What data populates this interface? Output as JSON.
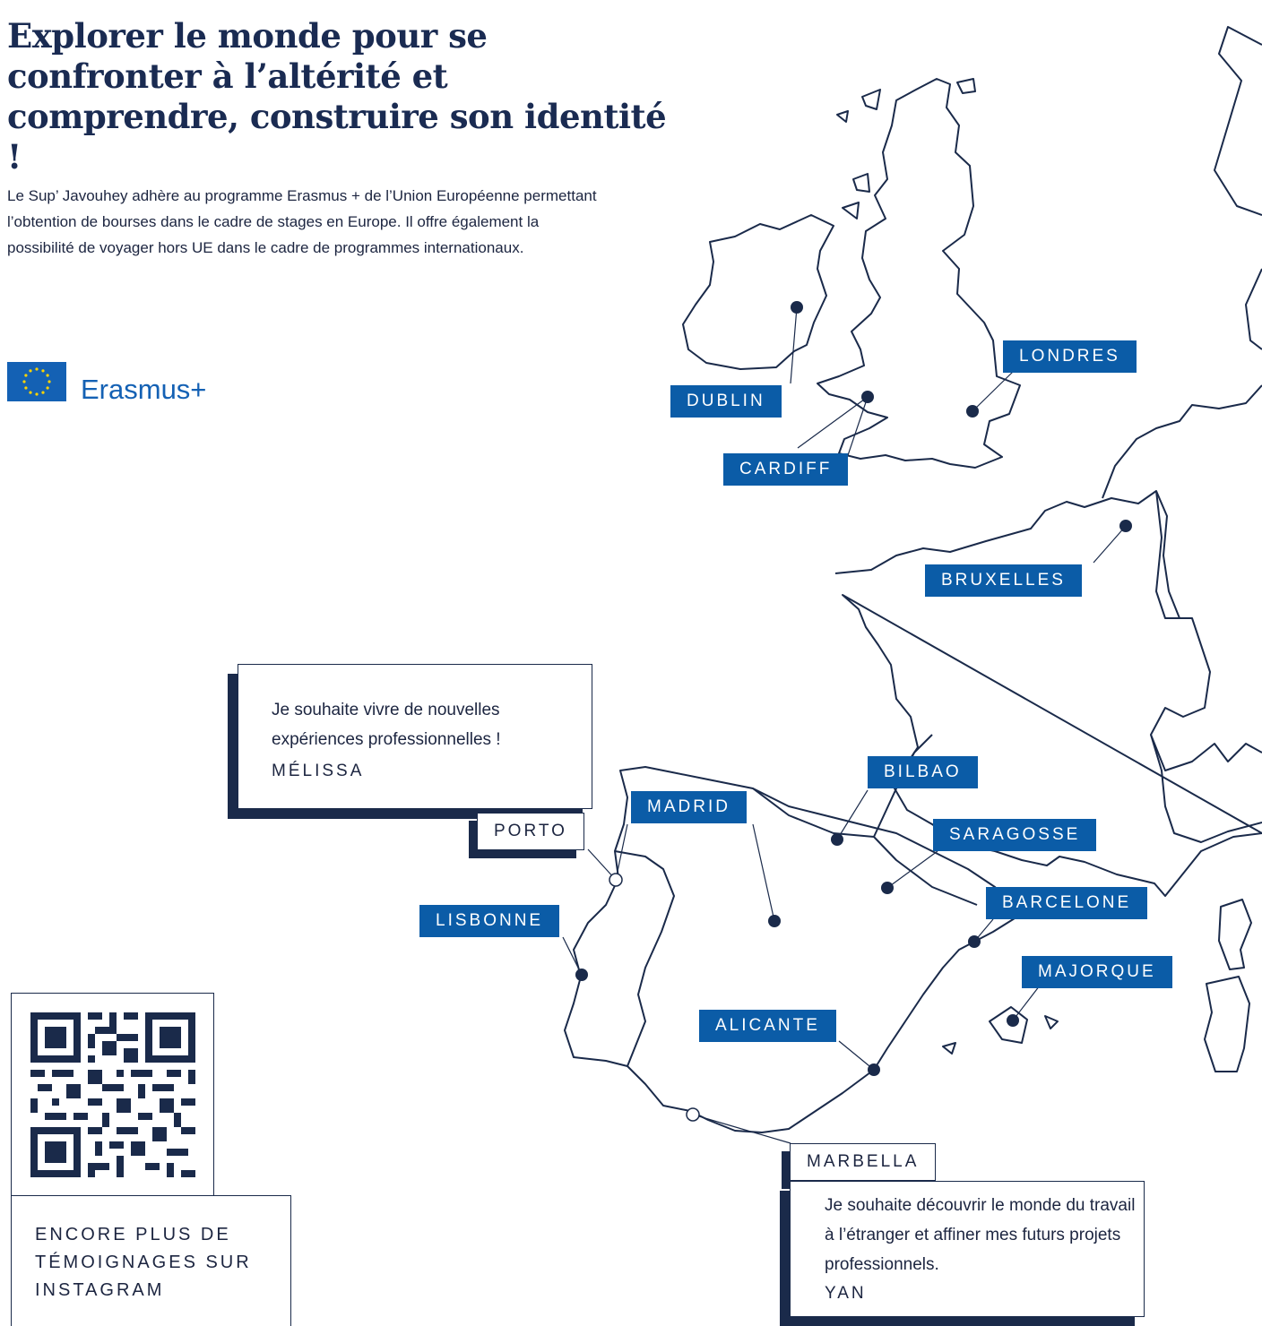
{
  "header": {
    "title": "Explorer le monde pour se confronter à l’altérité et comprendre, construire son identité !",
    "intro": "Le Sup’ Javouhey adhère au programme Erasmus + de l’Union Européenne permettant l’obtention de bourses dans le cadre de stages en Europe. Il offre également la possibilité de voyager hors UE dans le cadre de programmes internationaux."
  },
  "erasmus": {
    "wordmark": "Erasmus+",
    "flag_color": "#1461b4"
  },
  "map": {
    "cities": [
      "DUBLIN",
      "LONDRES",
      "CARDIFF",
      "BRUXELLES",
      "BILBAO",
      "MADRID",
      "PORTO",
      "SARAGOSSE",
      "LISBONNE",
      "BARCELONE",
      "MAJORQUE",
      "ALICANTE",
      "MARBELLA"
    ],
    "label_color": "#0b5ca7",
    "line_color": "#1a2a4a"
  },
  "testimonials": [
    {
      "quote": "Je souhaite vivre de nouvelles expériences professionnelles !",
      "name": "MÉLISSA",
      "city": "PORTO"
    },
    {
      "quote": "Je souhaite découvrir le monde du travail à l’étranger et affiner mes futurs projets professionnels.",
      "name": "YAN",
      "city": "MARBELLA"
    }
  ],
  "instagram": {
    "cta": "ENCORE PLUS DE TÉMOIGNAGES SUR INSTAGRAM"
  }
}
